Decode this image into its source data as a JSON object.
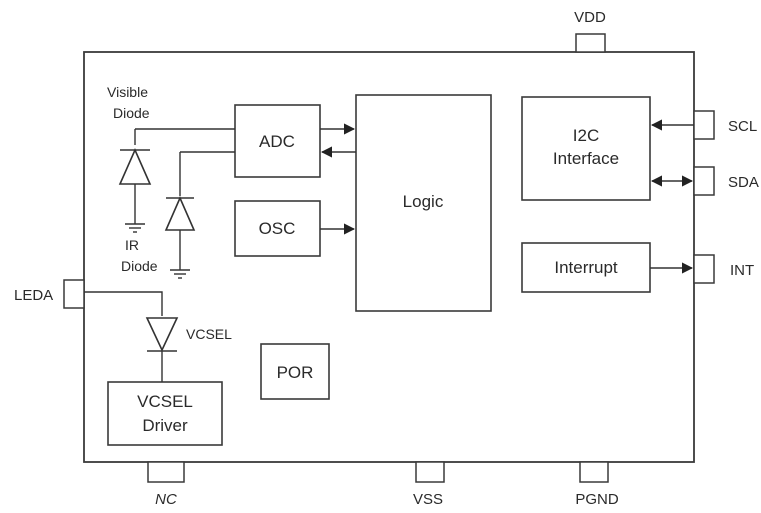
{
  "pins": {
    "vdd": "VDD",
    "scl": "SCL",
    "sda": "SDA",
    "int": "INT",
    "leda": "LEDA",
    "nc": "NC",
    "vss": "VSS",
    "pgnd": "PGND"
  },
  "blocks": {
    "adc": "ADC",
    "osc": "OSC",
    "logic": "Logic",
    "i2c_line1": "I2C",
    "i2c_line2": "Interface",
    "interrupt": "Interrupt",
    "por": "POR",
    "vcsel_driver_line1": "VCSEL",
    "vcsel_driver_line2": "Driver"
  },
  "components": {
    "visible_diode_line1": "Visible",
    "visible_diode_line2": "Diode",
    "ir_diode_line1": "IR",
    "ir_diode_line2": "Diode",
    "vcsel": "VCSEL"
  },
  "colors": {
    "line": "#333333",
    "fill": "#ffffff"
  }
}
